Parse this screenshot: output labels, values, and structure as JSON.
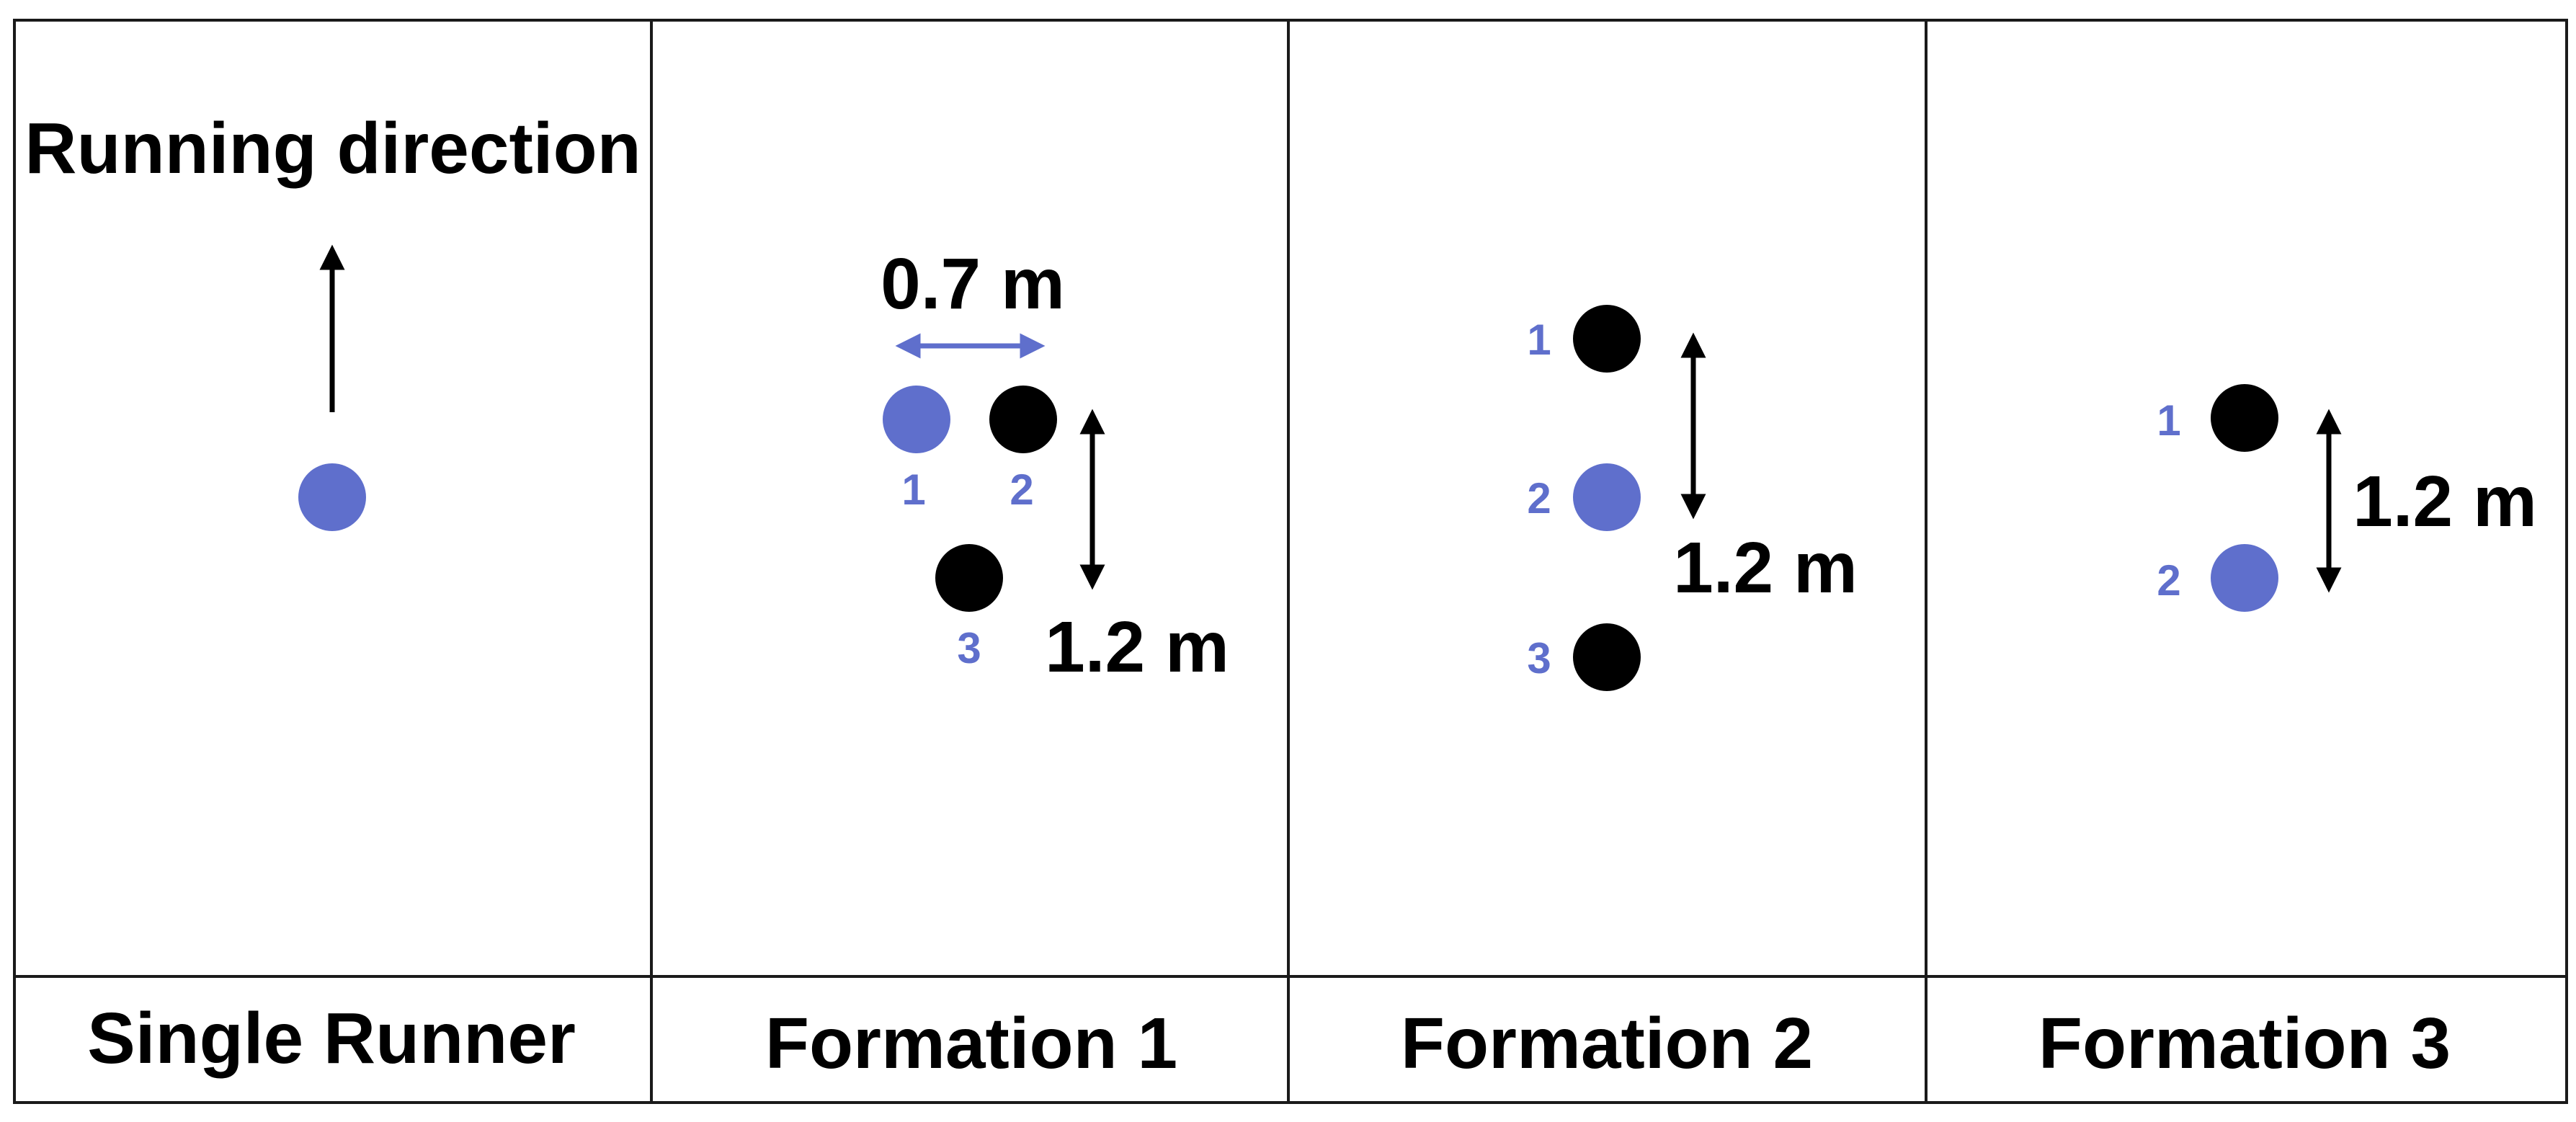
{
  "colors": {
    "runner_highlight": "#5f6fcc",
    "runner_other": "#000000",
    "line": "#1a1a1a",
    "background": "#ffffff"
  },
  "panels": [
    {
      "id": "single-runner",
      "caption": "Single Runner",
      "title": "Running direction"
    },
    {
      "id": "formation-1",
      "caption": "Formation 1",
      "lateral_spacing_label": "0.7 m",
      "longitudinal_spacing_label": "1.2 m",
      "runner_labels": [
        "1",
        "2",
        "3"
      ]
    },
    {
      "id": "formation-2",
      "caption": "Formation 2",
      "longitudinal_spacing_label": "1.2 m",
      "runner_labels": [
        "1",
        "2",
        "3"
      ]
    },
    {
      "id": "formation-3",
      "caption": "Formation 3",
      "longitudinal_spacing_label": "1.2 m",
      "runner_labels": [
        "1",
        "2"
      ]
    }
  ]
}
